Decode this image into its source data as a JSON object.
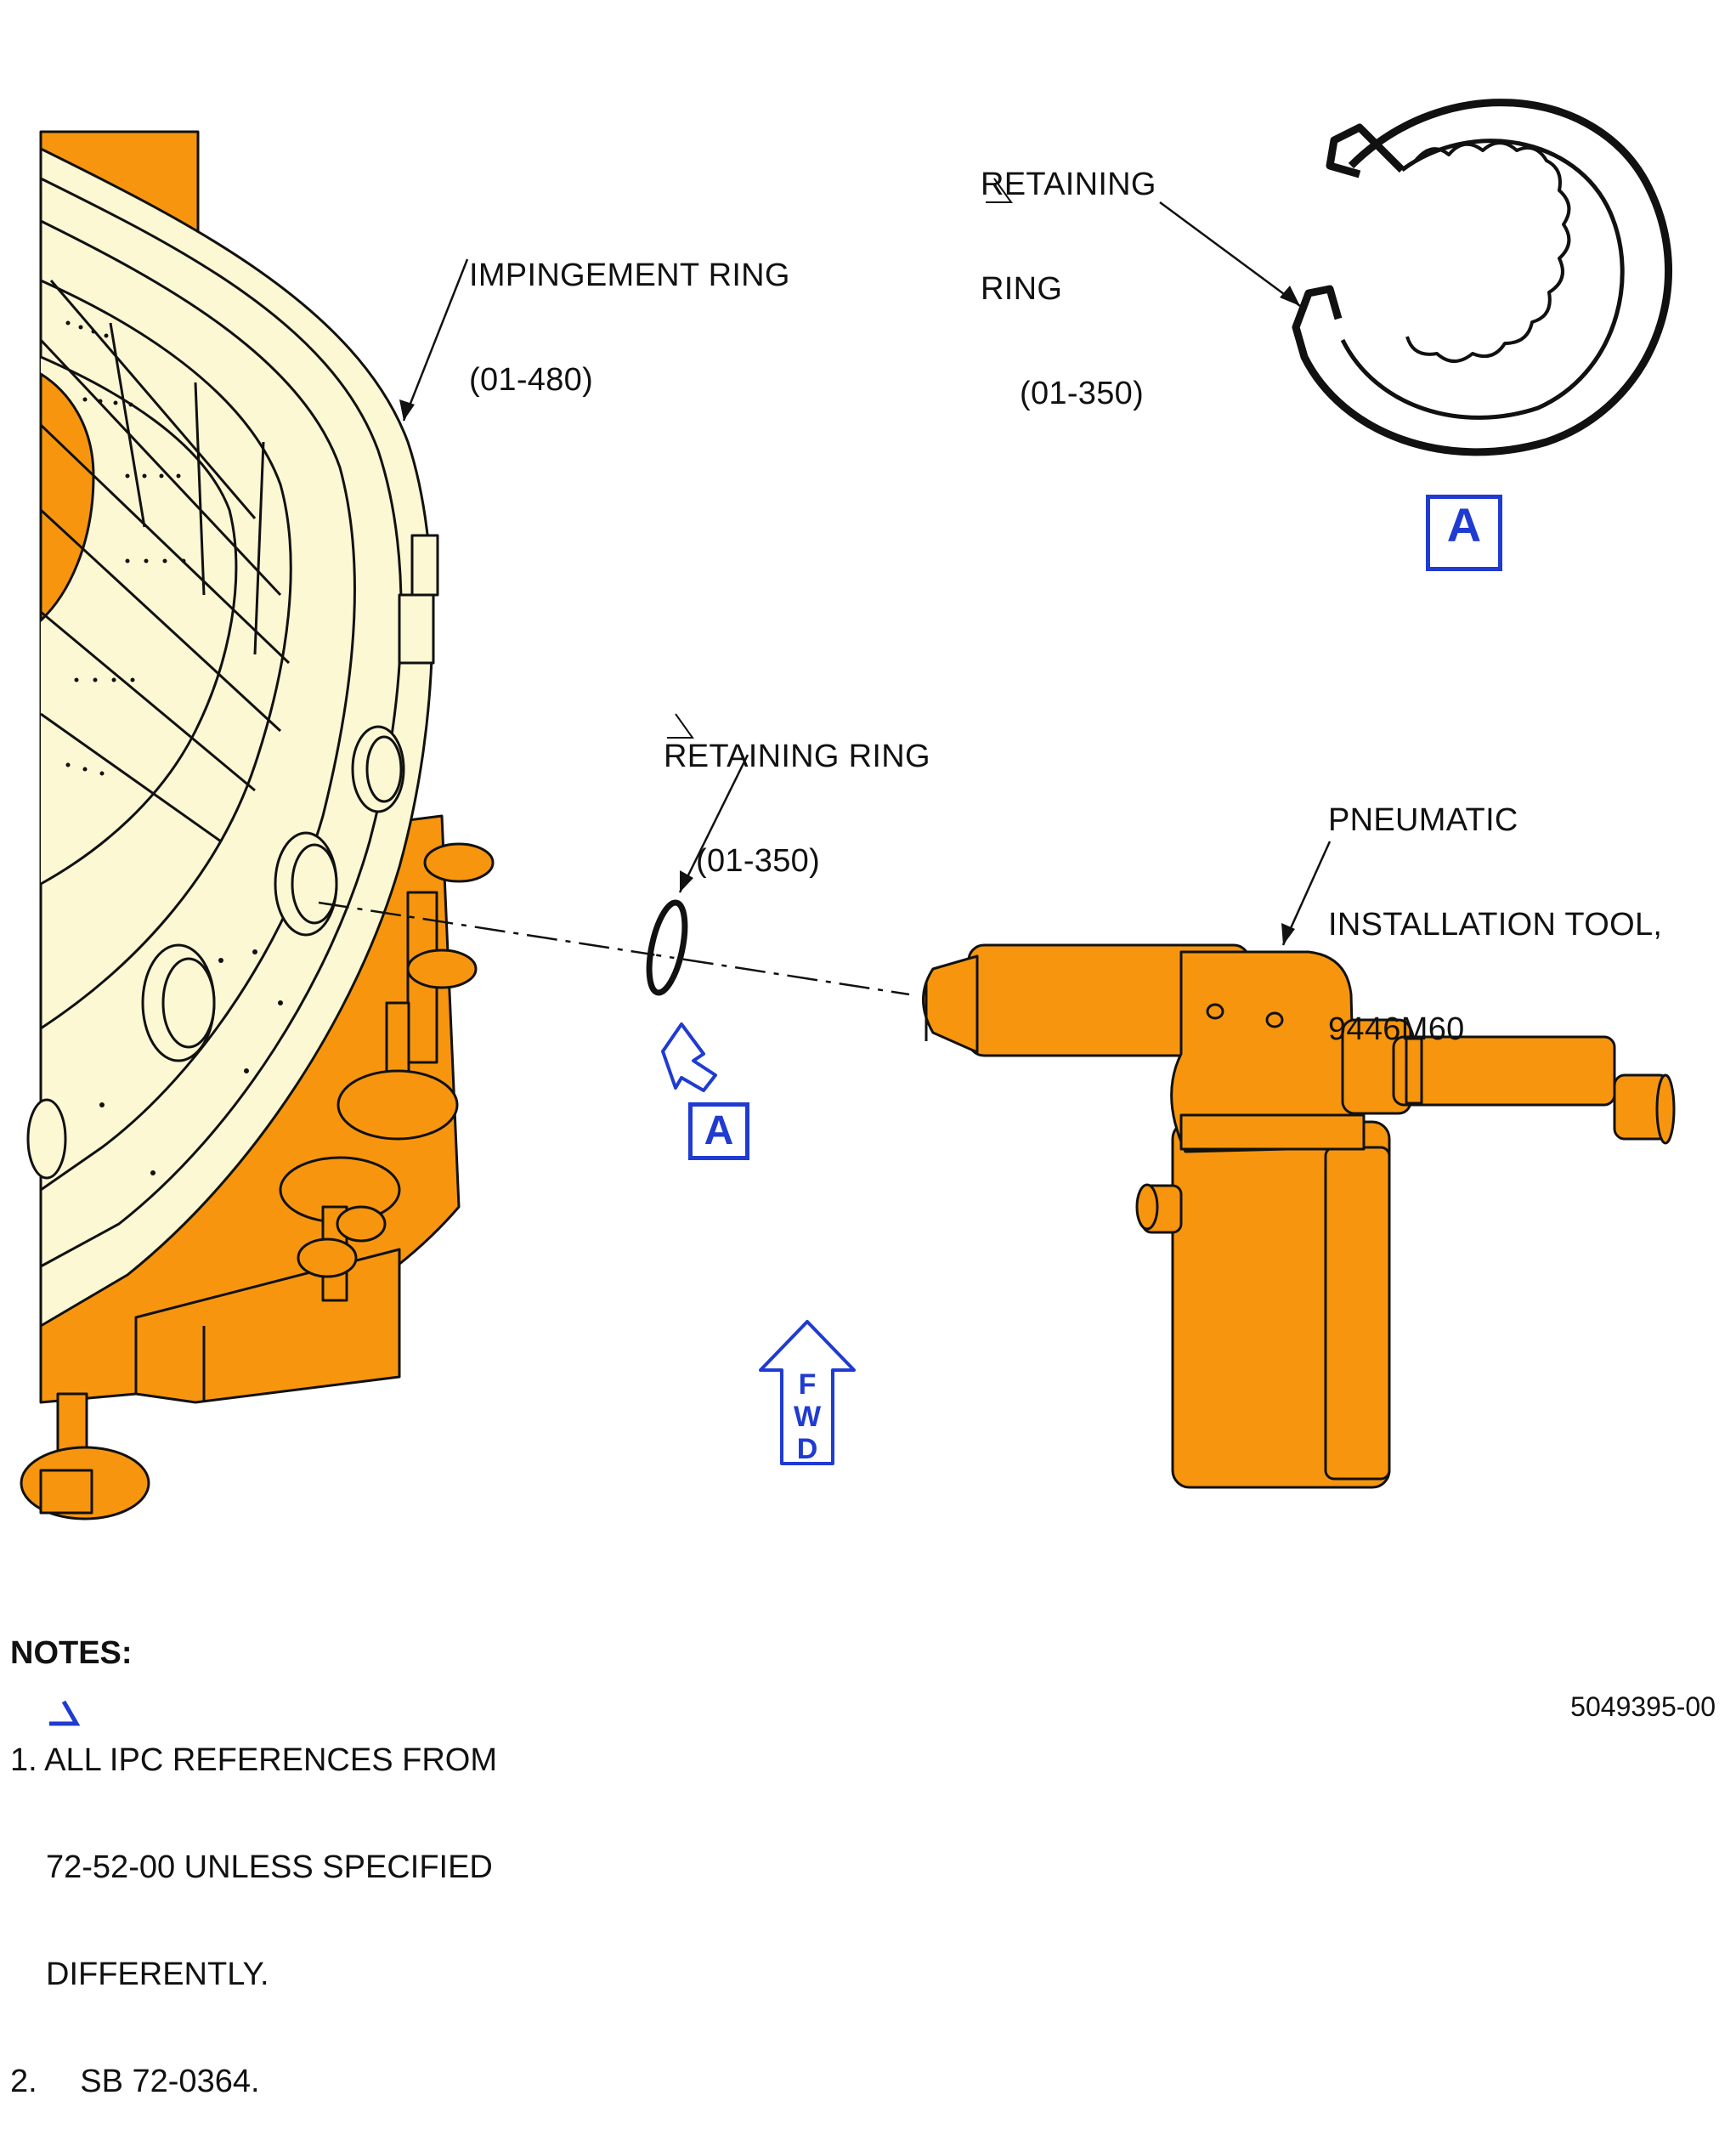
{
  "labels": {
    "impingement_ring": {
      "name": "IMPINGEMENT RING",
      "ref": "(01-480)"
    },
    "retaining_ring_detail": {
      "line1": "RETAINING",
      "line2": "RING",
      "ref": "(01-350)"
    },
    "retaining_ring_main": {
      "name": "RETAINING RING",
      "ref": "(01-350)"
    },
    "pneumatic_tool": {
      "line1": "PNEUMATIC",
      "line2": "INSTALLATION TOOL,",
      "line3": "9446M60"
    }
  },
  "view_marker": {
    "detail_label": "A",
    "callout_label": "A"
  },
  "fwd_arrow": {
    "letters": [
      "F",
      "W",
      "D"
    ]
  },
  "notes": {
    "title": "NOTES:",
    "items": [
      {
        "num": "1.",
        "lines": [
          "ALL IPC REFERENCES FROM",
          "72-52-00 UNLESS SPECIFIED",
          "DIFFERENTLY."
        ]
      },
      {
        "num": "2.",
        "text": "SB 72-0364."
      }
    ]
  },
  "document_number": "5049395-00",
  "colors": {
    "accent_blue": "#1f3bd1",
    "fixture_orange": "#f7960e",
    "part_cream": "#fcf8d4",
    "line": "#111111"
  }
}
